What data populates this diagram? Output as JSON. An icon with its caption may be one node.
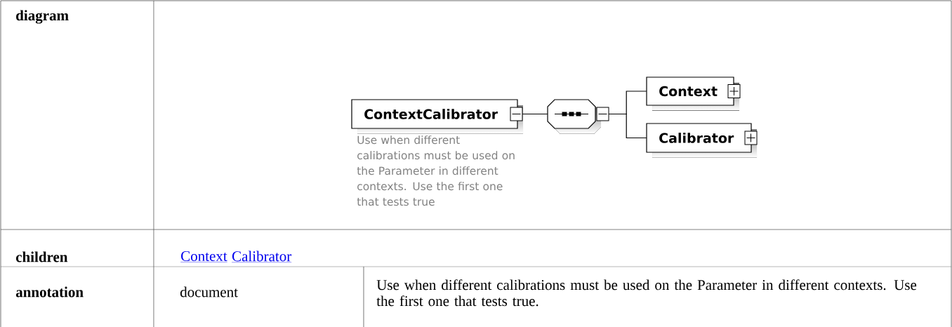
{
  "diagram": {
    "nodes": [
      {
        "text": [
          "ContextCalibrator"
        ],
        "beside": [
          "Use when different calibrations must be used on the Parameter in different contexts.  Use the first one that tests true"
        ]
      },
      {
        "text": [],
        "shape": "octagon"
      },
      {
        "text": [
          "Context"
        ]
      },
      {
        "text": [
          "Calibrator"
        ]
      }
    ],
    "edges": [
      {
        "from": 0,
        "to": 1,
        "arrow": "none"
      },
      {
        "from": 1,
        "to": 2,
        "arrow": "none"
      },
      {
        "from": 1,
        "to": 3,
        "arrow": "none"
      }
    ],
    "labels": [
      "diagram",
      "children",
      "Context",
      "Calibrator",
      "annotation",
      "document",
      "Use when different calibrations must be used on the Parameter in different contexts. Use the first one that tests true."
    ]
  }
}
